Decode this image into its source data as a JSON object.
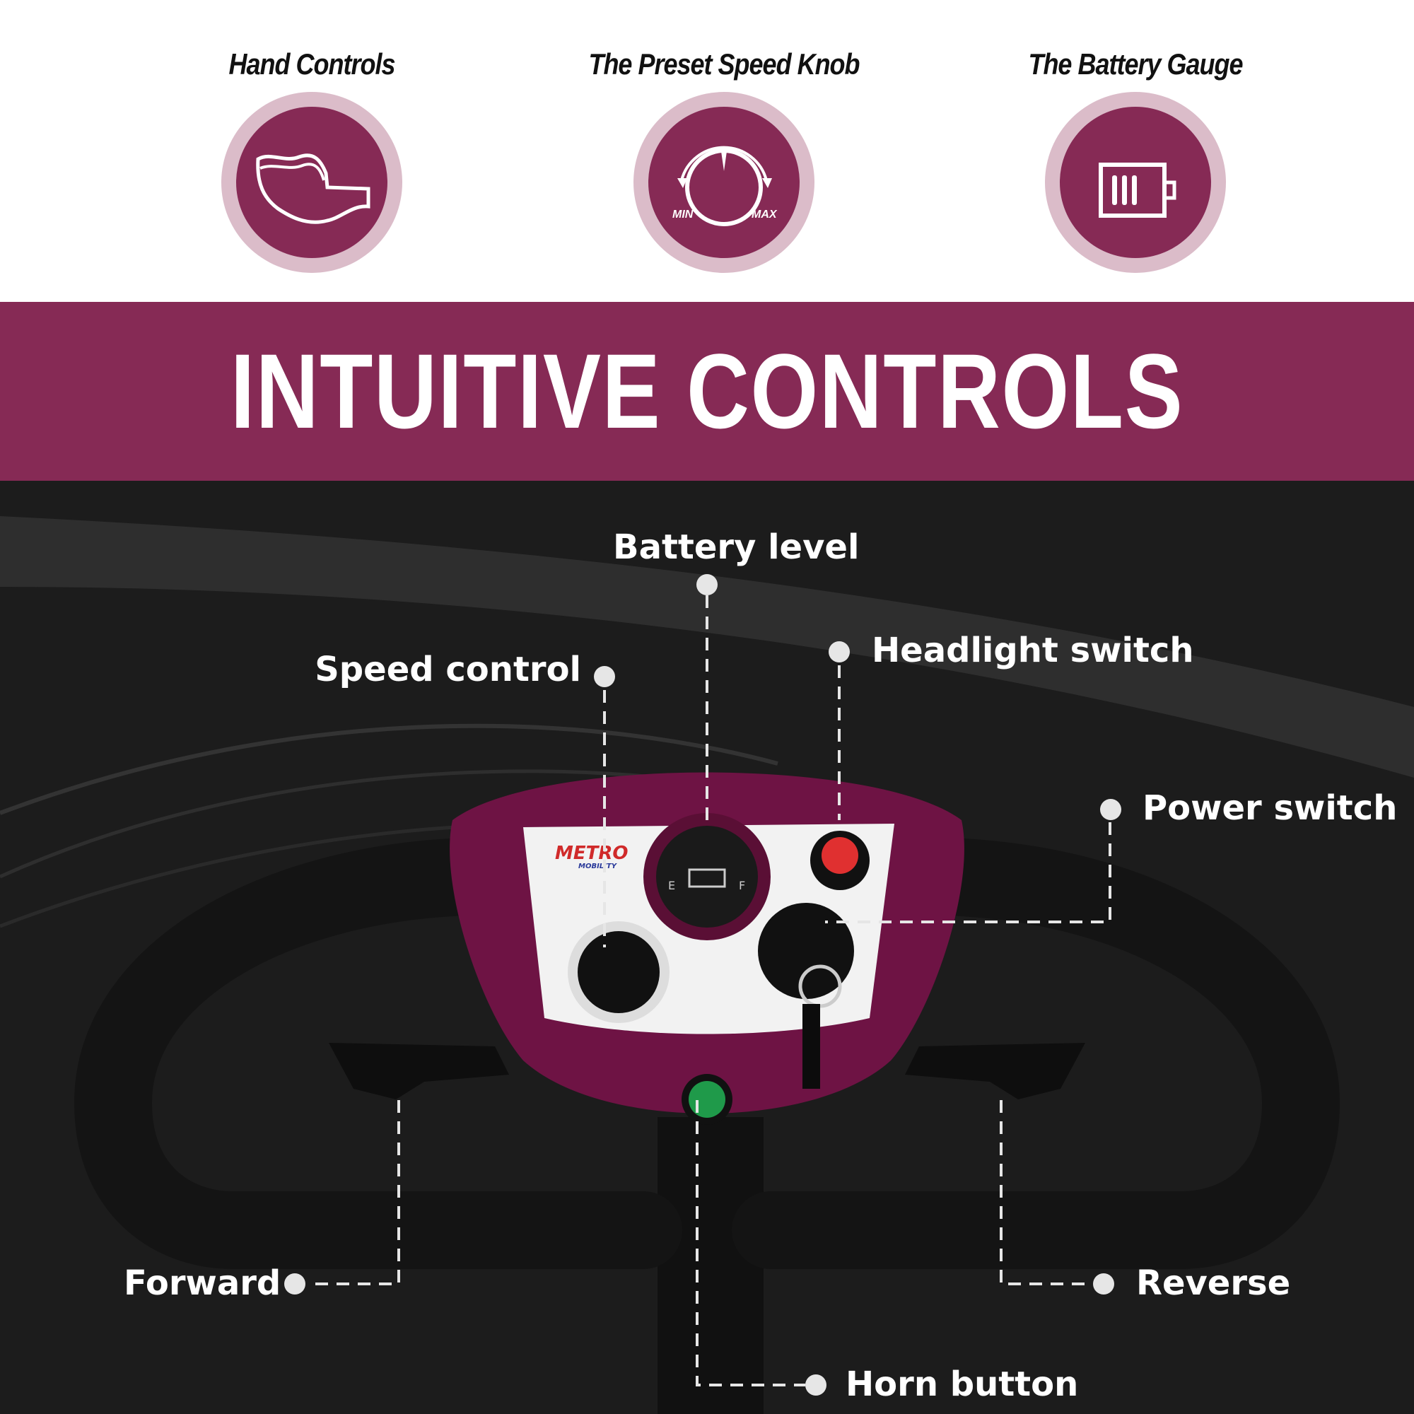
{
  "features": [
    {
      "title": "Hand Controls",
      "icon": "hand-grip-icon"
    },
    {
      "title": "The Preset Speed Knob",
      "icon": "speed-knob-icon",
      "min_label": "MIN",
      "max_label": "MAX"
    },
    {
      "title": "The Battery Gauge",
      "icon": "battery-icon"
    }
  ],
  "headline": "INTUITIVE CONTROLS",
  "callouts": {
    "battery_level": "Battery level",
    "speed_control": "Speed control",
    "headlight_switch": "Headlight switch",
    "power_switch": "Power switch",
    "forward": "Forward",
    "reverse": "Reverse",
    "horn_button": "Horn button"
  },
  "console": {
    "brand": "METRO",
    "brand_sub": "MOBILITY",
    "gauge_empty": "E",
    "gauge_full": "F"
  },
  "colors": {
    "brand": "#862a55",
    "ring": "#dbbcc9",
    "background": "#1c1c1c"
  }
}
